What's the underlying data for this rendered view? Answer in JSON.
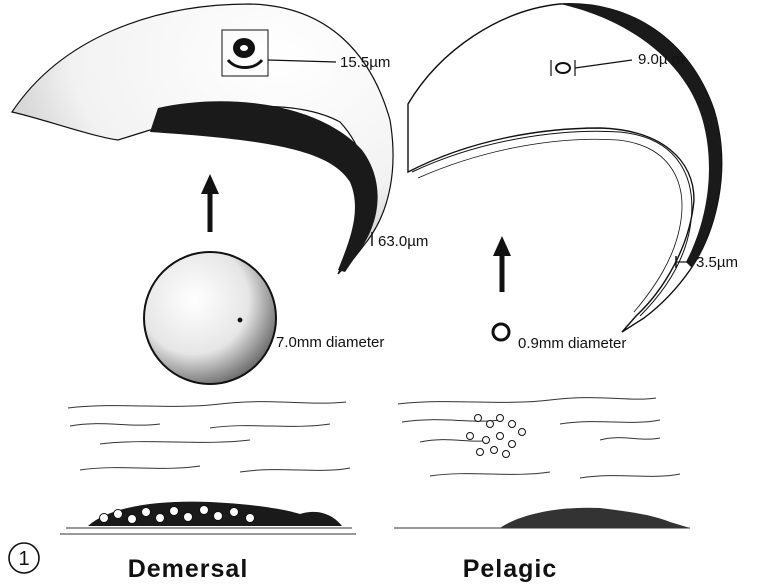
{
  "figure_number": "1",
  "demersal": {
    "title": "Demersal",
    "zona_thickness": "63.0µm",
    "micropyle_size": "15.5µm",
    "egg_diameter": "7.0mm diameter"
  },
  "pelagic": {
    "title": "Pelagic",
    "zona_thickness": "3.5µm",
    "micropyle_size": "9.0µ m",
    "egg_diameter": "0.9mm diameter"
  },
  "colors": {
    "ink": "#111111",
    "paper": "#ffffff"
  }
}
